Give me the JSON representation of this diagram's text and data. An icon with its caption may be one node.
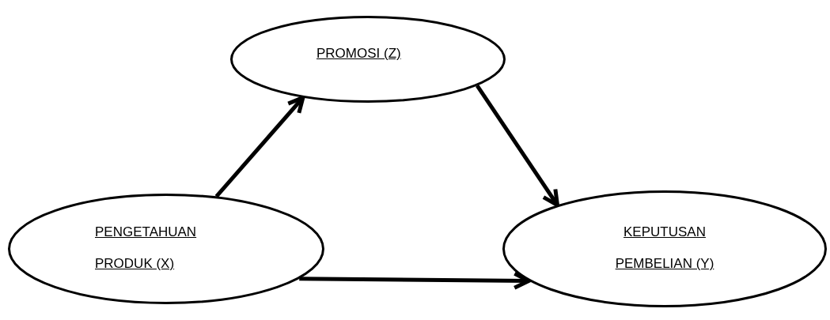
{
  "diagram": {
    "nodes": [
      {
        "text": [
          "PROMOSI (Z)"
        ]
      },
      {
        "text": [
          "PENGETAHUAN PRODUK (X)"
        ]
      },
      {
        "text": [
          "KEPUTUSAN PEMBELIAN (Y)"
        ]
      }
    ],
    "edges": [
      {
        "from": 1,
        "to": 0,
        "arrow": "to"
      },
      {
        "from": 0,
        "to": 2,
        "arrow": "to"
      },
      {
        "from": 1,
        "to": 2,
        "arrow": "to"
      }
    ]
  }
}
